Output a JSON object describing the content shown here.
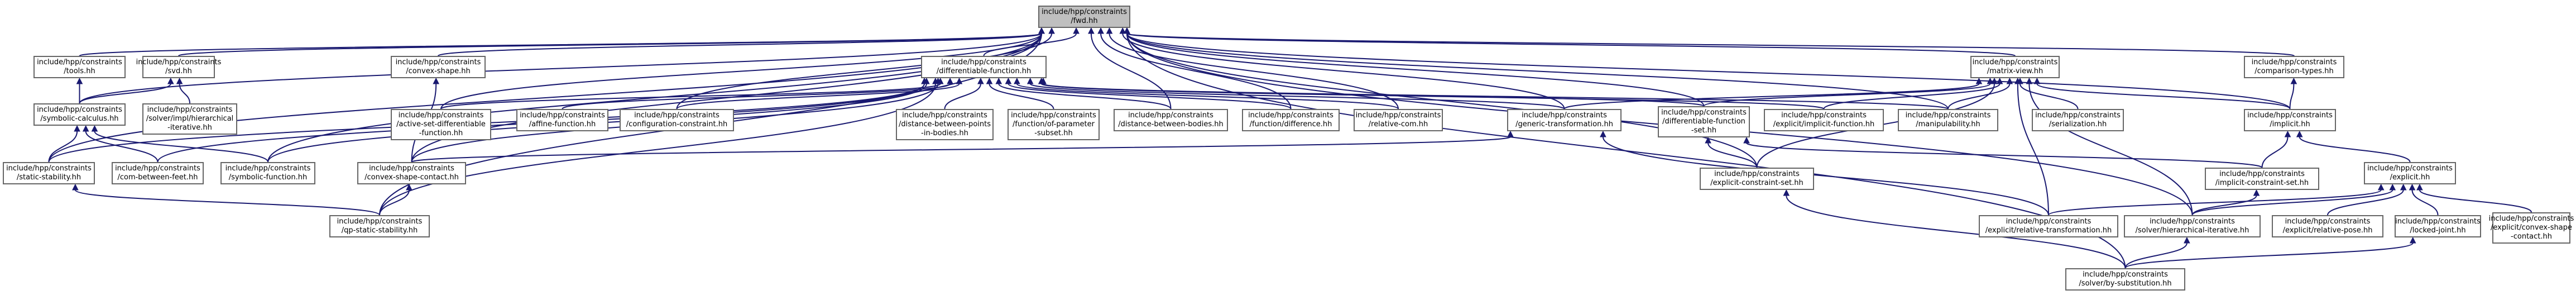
{
  "graph": {
    "type": "include-dependency-graph",
    "root": "fwd",
    "nodes": {
      "fwd": "include/hpp/constraints\n/fwd.hh",
      "tools": "include/hpp/constraints\n/tools.hh",
      "svd": "include/hpp/constraints\n/svd.hh",
      "convex_shape": "include/hpp/constraints\n/convex-shape.hh",
      "differentiable_function": "include/hpp/constraints\n/differentiable-function.hh",
      "matrix_view": "include/hpp/constraints\n/matrix-view.hh",
      "comparison_types": "include/hpp/constraints\n/comparison-types.hh",
      "symbolic_calculus": "include/hpp/constraints\n/symbolic-calculus.hh",
      "solver_impl_hierarchical": "include/hpp/constraints\n/solver/impl/hierarchical\n-iterative.hh",
      "active_set": "include/hpp/constraints\n/active-set-differentiable\n-function.hh",
      "affine_function": "include/hpp/constraints\n/affine-function.hh",
      "configuration_constraint": "include/hpp/constraints\n/configuration-constraint.hh",
      "distance_between_points": "include/hpp/constraints\n/distance-between-points\n-in-bodies.hh",
      "function_of_parameter": "include/hpp/constraints\n/function/of-parameter\n-subset.hh",
      "distance_between_bodies": "include/hpp/constraints\n/distance-between-bodies.hh",
      "function_difference": "include/hpp/constraints\n/function/difference.hh",
      "relative_com": "include/hpp/constraints\n/relative-com.hh",
      "generic_transformation": "include/hpp/constraints\n/generic-transformation.hh",
      "differentiable_function_set": "include/hpp/constraints\n/differentiable-function\n-set.hh",
      "explicit_implicit_function": "include/hpp/constraints\n/explicit/implicit-function.hh",
      "manipulability": "include/hpp/constraints\n/manipulability.hh",
      "serialization": "include/hpp/constraints\n/serialization.hh",
      "implicit": "include/hpp/constraints\n/implicit.hh",
      "static_stability": "include/hpp/constraints\n/static-stability.hh",
      "com_between_feet": "include/hpp/constraints\n/com-between-feet.hh",
      "symbolic_function": "include/hpp/constraints\n/symbolic-function.hh",
      "convex_shape_contact": "include/hpp/constraints\n/convex-shape-contact.hh",
      "explicit_constraint_set": "include/hpp/constraints\n/explicit-constraint-set.hh",
      "implicit_constraint_set": "include/hpp/constraints\n/implicit-constraint-set.hh",
      "explicit": "include/hpp/constraints\n/explicit.hh",
      "qp_static_stability": "include/hpp/constraints\n/qp-static-stability.hh",
      "explicit_relative_transformation": "include/hpp/constraints\n/explicit/relative-transformation.hh",
      "solver_hierarchical": "include/hpp/constraints\n/solver/hierarchical-iterative.hh",
      "explicit_relative_pose": "include/hpp/constraints\n/explicit/relative-pose.hh",
      "locked_joint": "include/hpp/constraints\n/locked-joint.hh",
      "explicit_convex_shape_contact": "include/hpp/constraints\n/explicit/convex-shape\n-contact.hh",
      "solver_by_substitution": "include/hpp/constraints\n/solver/by-substitution.hh"
    }
  }
}
